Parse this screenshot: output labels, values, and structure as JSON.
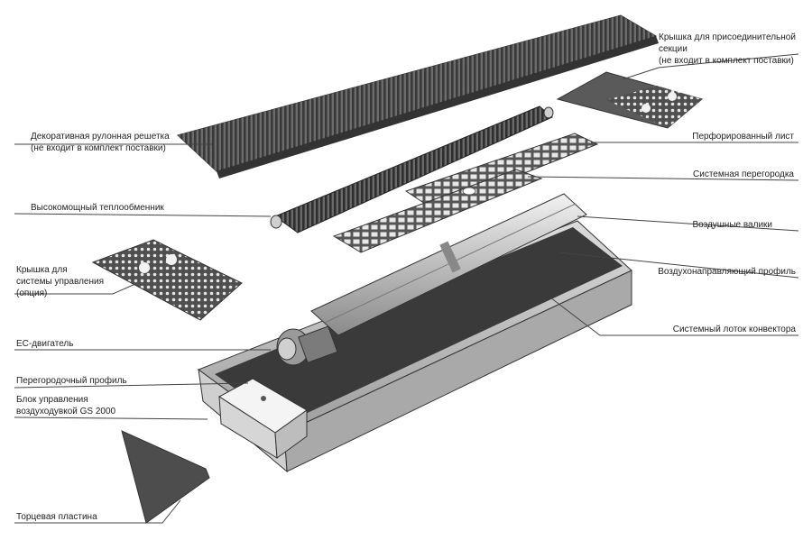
{
  "labels": {
    "connection_cover": [
      "Крышка для присоединительной",
      "секции",
      "(не входит в комплект поставки)"
    ],
    "perforated_sheet": [
      "Перфорированный лист"
    ],
    "system_partition": [
      "Системная перегородка"
    ],
    "air_rollers": [
      "Воздушные валики"
    ],
    "air_guide_profile": [
      "Воздухонаправляющий профиль"
    ],
    "convector_tray": [
      "Системный лоток конвектора"
    ],
    "roll_grille": [
      "Декоративная рулонная решетка",
      "(не входит в комплект поставки)"
    ],
    "heat_exchanger": [
      "Высокомощный теплообменник"
    ],
    "control_cover": [
      "Крышка для",
      "системы управления",
      "(опция)"
    ],
    "ec_motor": [
      "ЕС-двигатель"
    ],
    "partition_profile": [
      "Перегородочный профиль"
    ],
    "control_unit": [
      "Блок управления",
      "воздуходувкой GS 2000"
    ],
    "end_plate": [
      "Торцевая пластина"
    ]
  },
  "colors": {
    "line": "#444444",
    "grille_dark": "#4a4a4a",
    "tray_grey": "#bdbdbd",
    "tray_inner": "#3c3c3c",
    "sheet_dark": "#5a5a5a"
  }
}
